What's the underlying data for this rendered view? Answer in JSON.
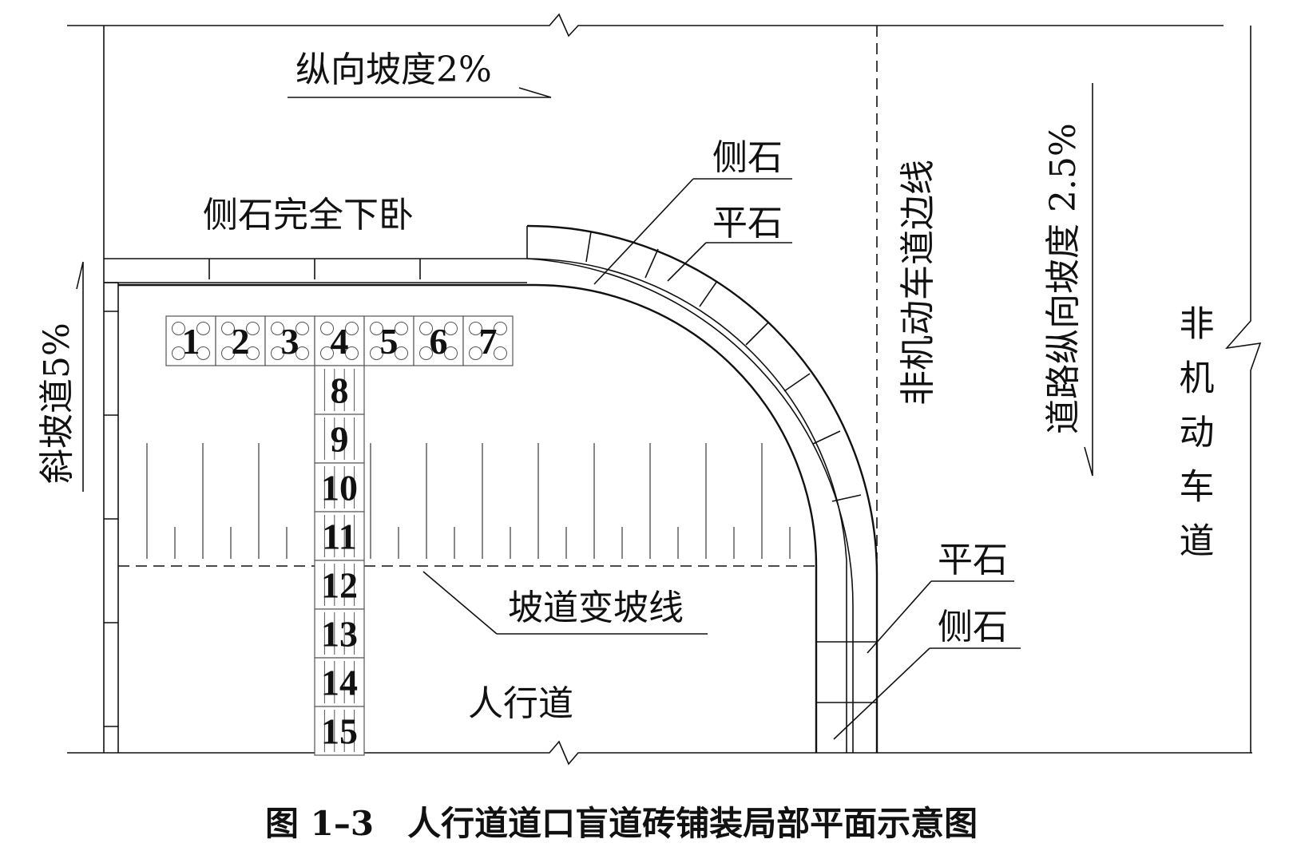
{
  "labels": {
    "longitudinal_slope": "纵向坡度2%",
    "curb_fully_lowered": "侧石完全下卧",
    "curb_top": "侧石",
    "flat_stone_top": "平石",
    "non_motor_edge_line": "非机动车道边线",
    "road_longitudinal_slope": "道路纵向坡度 2.5%",
    "ramp_slope": "斜坡道5%",
    "non_motor_lane": "非机动车道",
    "ramp_change_line": "坡道变坡线",
    "sidewalk": "人行道",
    "flat_stone_bottom": "平石",
    "curb_bottom": "侧石"
  },
  "tiles": {
    "row": [
      "1",
      "2",
      "3",
      "4",
      "5",
      "6",
      "7"
    ],
    "column": [
      "8",
      "9",
      "10",
      "11",
      "12",
      "13",
      "14",
      "15"
    ]
  },
  "caption": "图 1–3　人行道道口盲道砖铺装局部平面示意图"
}
